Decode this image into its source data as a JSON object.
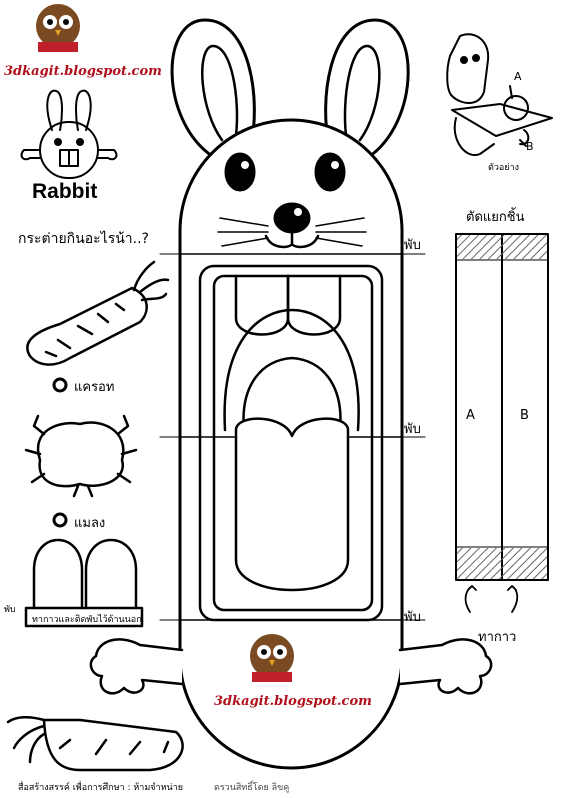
{
  "blog_top": "3dkagit.blogspot.com",
  "blog_bottom": "3dkagit.blogspot.com",
  "small_title": "Rabbit",
  "question": "กระต่ายกินอะไรน้า..?",
  "options": [
    {
      "label": "แครอท"
    },
    {
      "label": "แมลง"
    }
  ],
  "fold_label": "พับ",
  "fold_small": "พับ",
  "glue_tab_label": "ทากาวและติดพับไว้ด้านนอก",
  "example_label": "ตัวอย่าง",
  "example_a": "A",
  "example_b": "B",
  "cut_title": "ตัดแยกชิ้น",
  "strip_a": "A",
  "strip_b": "B",
  "glue_label": "ทากาว",
  "footer": "สื่อสร้างสรรค์ เพื่อการศึกษา : ห้ามจำหน่าย",
  "footer_credit": "ดรวนสิทธิ์โดย ลิขคู",
  "colors": {
    "blog_red": "#b0101c",
    "owl_brown": "#7a4a22",
    "owl_book": "#c0202a"
  }
}
